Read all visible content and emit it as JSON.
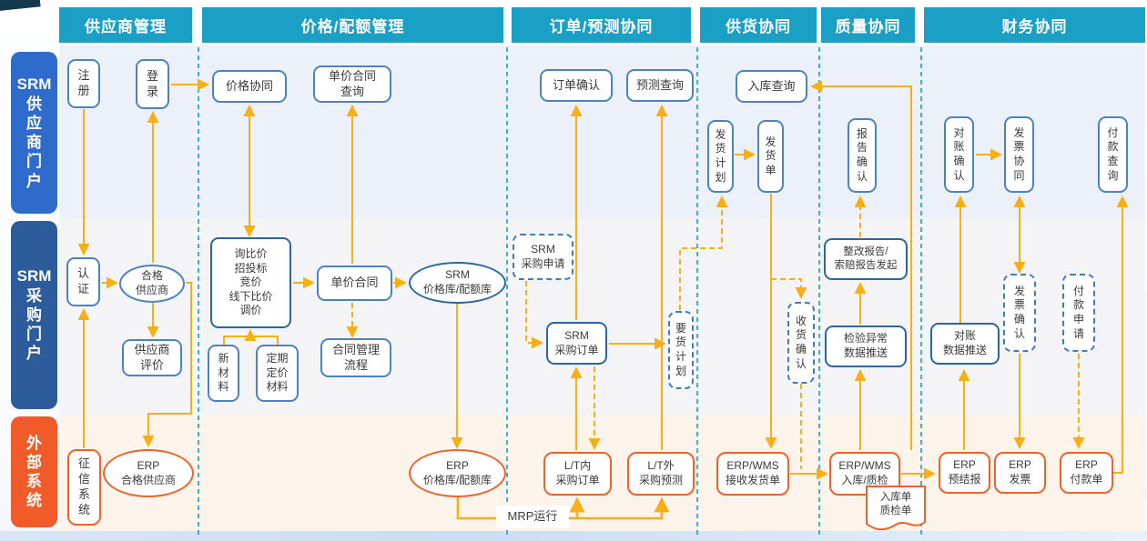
{
  "columns": [
    {
      "label": "供应商管理"
    },
    {
      "label": "价格/配额管理"
    },
    {
      "label": "订单/预测协同"
    },
    {
      "label": "供货协同"
    },
    {
      "label": "质量协同"
    },
    {
      "label": "财务协同"
    }
  ],
  "lanes": [
    {
      "label": "SRM\n供\n应\n商\n门\n户"
    },
    {
      "label": "SRM\n采\n购\n门\n户"
    },
    {
      "label": "外\n部\n系\n统"
    }
  ],
  "nodes": {
    "zhuce": {
      "label": "注\n册"
    },
    "denglu": {
      "label": "登\n录"
    },
    "renzheng": {
      "label": "认\n证"
    },
    "hege_gys": {
      "label": "合格\n供应商"
    },
    "gys_pingjia": {
      "label": "供应商\n评价"
    },
    "zhengxin": {
      "label": "征\n信\n系\n统"
    },
    "erp_hege_gys": {
      "label": "ERP\n合格供应商"
    },
    "jiage_xietong": {
      "label": "价格协同"
    },
    "danjia_ht_chaxun": {
      "label": "单价合同\n查询"
    },
    "xunbijia": {
      "label": "询比价\n招投标\n竞价\n线下比价\n调价"
    },
    "xincailiao": {
      "label": "新\n材\n料"
    },
    "dingqi_dingjia": {
      "label": "定期\n定价\n材料"
    },
    "danjia_ht": {
      "label": "单价合同"
    },
    "ht_guanli": {
      "label": "合同管理\n流程"
    },
    "srm_jiageku": {
      "label": "SRM\n价格库/配额库"
    },
    "erp_jiageku": {
      "label": "ERP\n价格库/配额库"
    },
    "dingdan_queren": {
      "label": "订单确认"
    },
    "yuce_chaxun": {
      "label": "预测查询"
    },
    "srm_cgsq": {
      "label": "SRM\n采购申请"
    },
    "srm_cgdd": {
      "label": "SRM\n采购订单"
    },
    "yaohuo_jihua": {
      "label": "要\n货\n计\n划"
    },
    "lt_nei": {
      "label": "L/T内\n采购订单"
    },
    "lt_wai": {
      "label": "L/T外\n采购预测"
    },
    "ruku_chaxun": {
      "label": "入库查询"
    },
    "fahuo_jihua": {
      "label": "发\n货\n计\n划"
    },
    "fahuodan": {
      "label": "发\n货\n单"
    },
    "shouhuo_queren": {
      "label": "收\n货\n确\n认"
    },
    "erp_wms_jieshou": {
      "label": "ERP/WMS\n接收发货单"
    },
    "baogao_queren": {
      "label": "报\n告\n确\n认"
    },
    "zhenggai_baogao": {
      "label": "整改报告/\n索赔报告发起"
    },
    "jianyan_yichang": {
      "label": "检验异常\n数据推送"
    },
    "erp_wms_ruku": {
      "label": "ERP/WMS\n入库/质检"
    },
    "rukudan": {
      "label": "入库单\n质检单"
    },
    "duizhang_queren": {
      "label": "对\n账\n确\n认"
    },
    "fapiao_xietong": {
      "label": "发\n票\n协\n同"
    },
    "fukuan_chaxun": {
      "label": "付\n款\n查\n询"
    },
    "duizhang_tuisong": {
      "label": "对账\n数据推送"
    },
    "fapiao_queren": {
      "label": "发\n票\n确\n认"
    },
    "fukuan_shenqing": {
      "label": "付\n款\n申\n请"
    },
    "erp_yujiebao": {
      "label": "ERP\n预结报"
    },
    "erp_fapiao": {
      "label": "ERP\n发票"
    },
    "erp_fukuandan": {
      "label": "ERP\n付款单"
    }
  },
  "annotations": {
    "mrp": "MRP运行"
  },
  "colors": {
    "header_teal": "#1a9fc5",
    "lane1_blue": "#2f6bcb",
    "lane2_navy": "#2d5c9c",
    "lane3_orange": "#f15a29",
    "arrow_gold": "#f7af14",
    "box_blue_border": "#4b82c3",
    "box_orange_border": "#f0622b",
    "divider_cyan": "#2ca9d2"
  }
}
